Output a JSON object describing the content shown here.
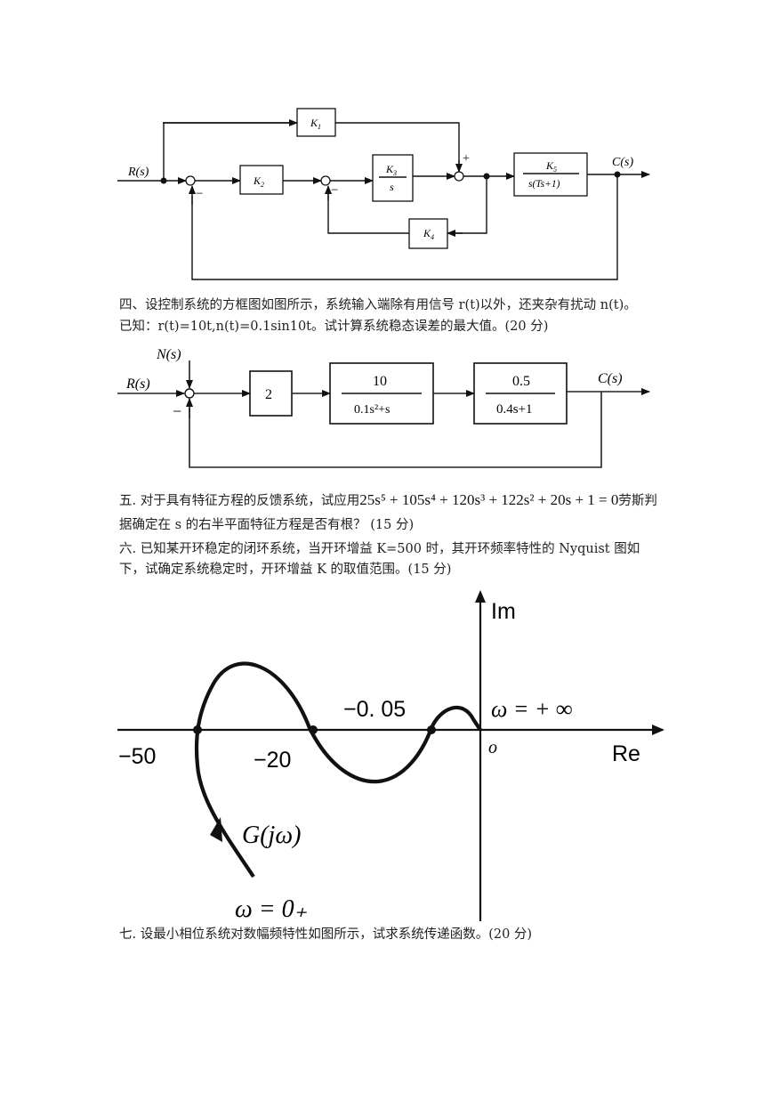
{
  "diagram1": {
    "input": "R(s)",
    "output": "C(s)",
    "plus": "+",
    "minus": "−",
    "k1": "K",
    "k1_sub": "1",
    "k2": "K",
    "k2_sub": "2",
    "k3_num": "K",
    "k3_sub": "3",
    "k3_den": "s",
    "k4": "K",
    "k4_sub": "4",
    "k5_num": "K",
    "k5_sub": "5",
    "k5_den": "s(Ts+1)"
  },
  "q4": {
    "line1": "四、设控制系统的方框图如图所示，系统输入端除有用信号 r(t)以外，还夹杂有扰动 n(t)。",
    "line2": "已知：r(t)=10t,n(t)=0.1sin10t。试计算系统稳态误差的最大值。(20 分)"
  },
  "diagram2": {
    "disturbance": "N(s)",
    "input": "R(s)",
    "output": "C(s)",
    "minus": "−",
    "g1": "2",
    "g2_num": "10",
    "g2_den": "0.1s²+s",
    "g3_num": "0.5",
    "g3_den": "0.4s+1"
  },
  "q5": {
    "prefix": "五. 对于具有特征方程的反馈系统，试应用",
    "equation": "25s⁵ + 105s⁴ + 120s³ + 122s² + 20s + 1 = 0",
    "suffix": "劳斯判",
    "line2": "据确定在 s 的右半平面特征方程是否有根？ (15 分)"
  },
  "q6": {
    "line1": "六. 已知某开环稳定的闭环系统，当开环增益 K=500 时，其开环频率特性的 Nyquist 图如",
    "line2": "下，试确定系统稳定时，开环增益 K 的取值范围。(15 分)"
  },
  "nyquist": {
    "im": "Im",
    "re": "Re",
    "origin": "o",
    "label_m50": "−50",
    "label_m20": "−20",
    "label_m005": "−0. 05",
    "omega_inf": "ω = + ∞",
    "gjw": "G(jω)",
    "omega_zero": "ω = 0₊"
  },
  "q7": {
    "line1": "七. 设最小相位系统对数幅频特性如图所示，试求系统传递函数。(20 分)"
  }
}
